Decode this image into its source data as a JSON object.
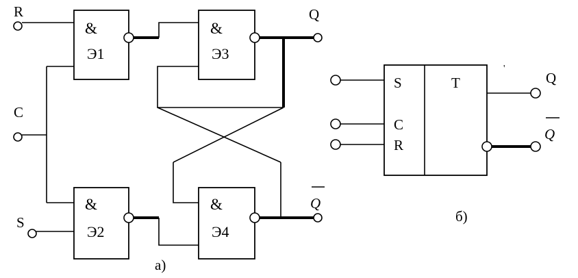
{
  "schematic_a": {
    "caption": "a)",
    "inputs": {
      "r": "R",
      "c": "C",
      "s": "S"
    },
    "outputs": {
      "q": "Q",
      "q_bar": "Q"
    },
    "gates": [
      {
        "id": "e1",
        "symbol": "&",
        "name": "Э1"
      },
      {
        "id": "e2",
        "symbol": "&",
        "name": "Э2"
      },
      {
        "id": "e3",
        "symbol": "&",
        "name": "Э3"
      },
      {
        "id": "e4",
        "symbol": "&",
        "name": "Э4"
      }
    ]
  },
  "schematic_b": {
    "caption": "б)",
    "block_label": "T",
    "inputs": [
      "S",
      "C",
      "R"
    ],
    "outputs": {
      "q": "Q",
      "q_bar": "Q"
    },
    "tick_mark": "'"
  }
}
